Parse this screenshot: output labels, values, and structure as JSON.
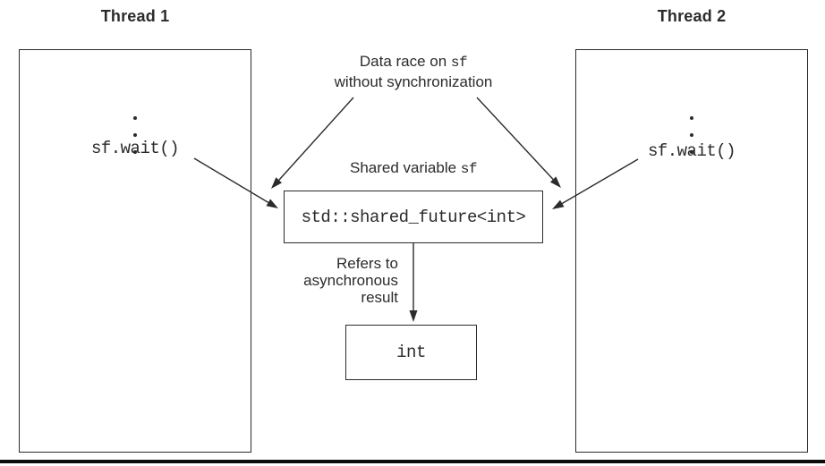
{
  "colors": {
    "ink": "#2b2b2b",
    "rule": "#0c0c0c",
    "background": "#ffffff"
  },
  "thread1": {
    "title": "Thread 1",
    "ellipsis_dot_count": 3,
    "call": "sf.wait()"
  },
  "thread2": {
    "title": "Thread 2",
    "ellipsis_dot_count": 3,
    "call": "sf.wait()"
  },
  "center": {
    "data_race": {
      "line1_text": "Data race on ",
      "line1_code": "sf",
      "line2": "without synchronization"
    },
    "shared_label": {
      "text": "Shared variable ",
      "code": "sf"
    },
    "shared_box_code": "std::shared_future<int>",
    "refers": {
      "line1": "Refers to",
      "line2": "asynchronous",
      "line3": "result"
    },
    "int_box_code": "int"
  }
}
